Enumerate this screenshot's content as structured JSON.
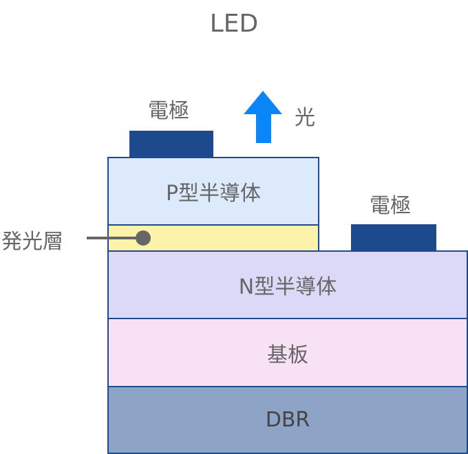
{
  "title": "LED",
  "labels": {
    "electrode_top": "電極",
    "electrode_right": "電極",
    "light": "光",
    "emissive_layer": "発光層"
  },
  "layers": {
    "p_type": "P型半導体",
    "n_type": "N型半導体",
    "substrate": "基板",
    "dbr": "DBR",
    "emissive": ""
  },
  "colors": {
    "p_type": "#ddeafb",
    "emissive": "#fdf2aa",
    "n_type": "#dcd8f8",
    "substrate": "#f8e1f4",
    "dbr": "#8ea4c6",
    "electrode": "#1c4a8d",
    "arrow": "#0a86f8",
    "border": "#1d4a8e",
    "text": "#666666"
  }
}
